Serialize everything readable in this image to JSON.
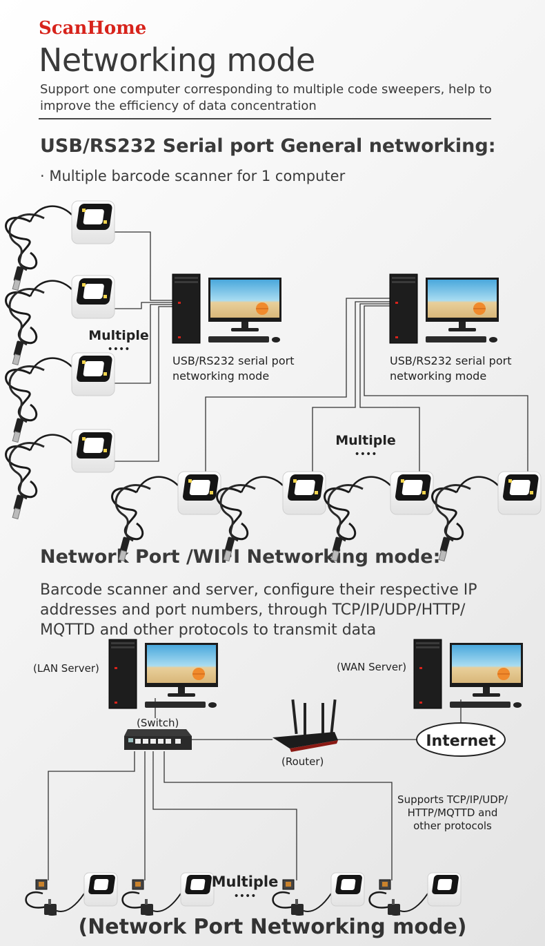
{
  "header": {
    "brand": "ScanHome",
    "title": "Networking mode",
    "subtitle": "Support one computer corresponding to multiple code sweepers, help to improve the efficiency of data concentration"
  },
  "serial_section": {
    "heading": "USB/RS232 Serial port General networking:",
    "bullet": "· Multiple barcode scanner for 1 computer",
    "multiple_label": "Multiple",
    "dots": "••••",
    "pc_caption_line1": "USB/RS232 serial port",
    "pc_caption_line2": "networking mode"
  },
  "network_section": {
    "heading": "Network Port /WIFI Networking mode:",
    "description": "Barcode scanner and server, configure their respective IP addresses and port numbers, through TCP/IP/UDP/HTTP/ MQTTD and other protocols to transmit data",
    "lan_server": "(LAN Server)",
    "wan_server": "(WAN Server)",
    "switch": "(Switch)",
    "router": "(Router)",
    "internet": "Internet",
    "protocols_line1": "Supports TCP/IP/UDP/",
    "protocols_line2": "HTTP/MQTTD and",
    "protocols_line3": "other protocols",
    "multiple_label": "Multiple",
    "dots": "••••"
  },
  "footer": "(Network Port Networking mode)",
  "colors": {
    "brand": "#d7231b",
    "text": "#3a3a3a",
    "line": "#333333",
    "screen_sky": "#7fc4e6",
    "sand": "#e8cf9a"
  }
}
